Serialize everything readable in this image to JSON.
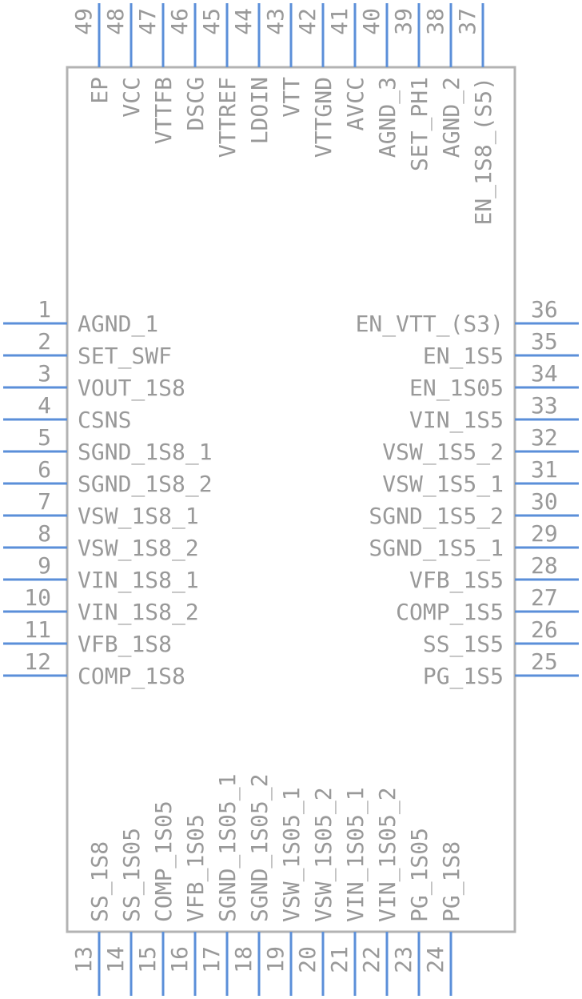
{
  "pins": {
    "left": [
      {
        "num": "1",
        "name": "AGND_1"
      },
      {
        "num": "2",
        "name": "SET_SWF"
      },
      {
        "num": "3",
        "name": "VOUT_1S8"
      },
      {
        "num": "4",
        "name": "CSNS"
      },
      {
        "num": "5",
        "name": "SGND_1S8_1"
      },
      {
        "num": "6",
        "name": "SGND_1S8_2"
      },
      {
        "num": "7",
        "name": "VSW_1S8_1"
      },
      {
        "num": "8",
        "name": "VSW_1S8_2"
      },
      {
        "num": "9",
        "name": "VIN_1S8_1"
      },
      {
        "num": "10",
        "name": "VIN_1S8_2"
      },
      {
        "num": "11",
        "name": "VFB_1S8"
      },
      {
        "num": "12",
        "name": "COMP_1S8"
      }
    ],
    "right": [
      {
        "num": "36",
        "name": "EN_VTT_(S3)"
      },
      {
        "num": "35",
        "name": "EN_1S5"
      },
      {
        "num": "34",
        "name": "EN_1S05"
      },
      {
        "num": "33",
        "name": "VIN_1S5"
      },
      {
        "num": "32",
        "name": "VSW_1S5_2"
      },
      {
        "num": "31",
        "name": "VSW_1S5_1"
      },
      {
        "num": "30",
        "name": "SGND_1S5_2"
      },
      {
        "num": "29",
        "name": "SGND_1S5_1"
      },
      {
        "num": "28",
        "name": "VFB_1S5"
      },
      {
        "num": "27",
        "name": "COMP_1S5"
      },
      {
        "num": "26",
        "name": "SS_1S5"
      },
      {
        "num": "25",
        "name": "PG_1S5"
      }
    ],
    "top": [
      {
        "num": "49",
        "name": "EP"
      },
      {
        "num": "48",
        "name": "VCC"
      },
      {
        "num": "47",
        "name": "VTTFB"
      },
      {
        "num": "46",
        "name": "DSCG"
      },
      {
        "num": "45",
        "name": "VTTREF"
      },
      {
        "num": "44",
        "name": "LDOIN"
      },
      {
        "num": "43",
        "name": "VTT"
      },
      {
        "num": "42",
        "name": "VTTGND"
      },
      {
        "num": "41",
        "name": "AVCC"
      },
      {
        "num": "40",
        "name": "AGND_3"
      },
      {
        "num": "39",
        "name": "SET_PH1"
      },
      {
        "num": "38",
        "name": "AGND_2"
      },
      {
        "num": "37",
        "name": "EN_1S8_(S5)"
      }
    ],
    "bottom": [
      {
        "num": "13",
        "name": "SS_1S8"
      },
      {
        "num": "14",
        "name": "SS_1S05"
      },
      {
        "num": "15",
        "name": "COMP_1S05"
      },
      {
        "num": "16",
        "name": "VFB_1S05"
      },
      {
        "num": "17",
        "name": "SGND_1S05_1"
      },
      {
        "num": "18",
        "name": "SGND_1S05_2"
      },
      {
        "num": "19",
        "name": "VSW_1S05_1"
      },
      {
        "num": "20",
        "name": "VSW_1S05_2"
      },
      {
        "num": "21",
        "name": "VIN_1S05_1"
      },
      {
        "num": "22",
        "name": "VIN_1S05_2"
      },
      {
        "num": "23",
        "name": "PG_1S05"
      },
      {
        "num": "24",
        "name": "PG_1S8"
      }
    ]
  },
  "colors": {
    "pin": "#5b8fd9",
    "body": "#b3b3b3",
    "text": "#999999"
  }
}
